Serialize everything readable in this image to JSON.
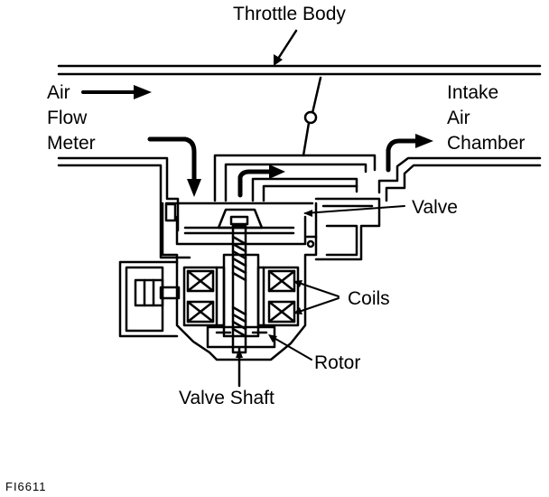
{
  "labels": {
    "throttle_body": "Throttle Body",
    "air_flow_meter": [
      "Air",
      "Flow",
      "Meter"
    ],
    "intake_air_chamber": [
      "Intake",
      "Air",
      "Chamber"
    ],
    "valve": "Valve",
    "coils": "Coils",
    "rotor": "Rotor",
    "valve_shaft": "Valve Shaft",
    "figure_id": "FI6611"
  }
}
